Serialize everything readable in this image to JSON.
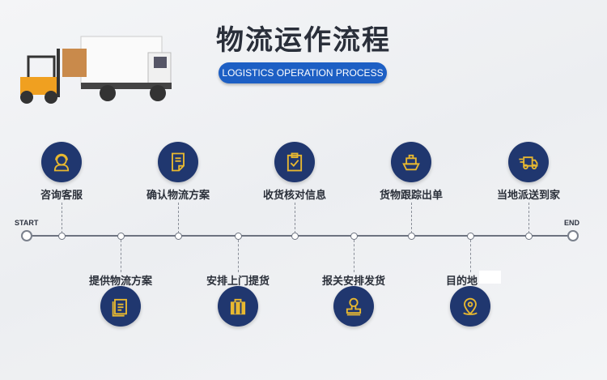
{
  "header": {
    "title": "物流运作流程",
    "subtitle": "LOGISTICS OPERATION PROCESS"
  },
  "timeline": {
    "start_label": "START",
    "end_label": "END",
    "steps": [
      {
        "label": "咨询客服",
        "icon": "customer-service-icon",
        "position": "top"
      },
      {
        "label": "提供物流方案",
        "icon": "documents-icon",
        "position": "bottom"
      },
      {
        "label": "确认物流方案",
        "icon": "document-icon",
        "position": "top"
      },
      {
        "label": "安排上门提货",
        "icon": "luggage-icon",
        "position": "bottom"
      },
      {
        "label": "收货核对信息",
        "icon": "clipboard-check-icon",
        "position": "top"
      },
      {
        "label": "报关安排发货",
        "icon": "stamp-icon",
        "position": "bottom"
      },
      {
        "label": "货物跟踪出单",
        "icon": "ship-icon",
        "position": "top"
      },
      {
        "label": "目的地",
        "icon": "location-pin-icon",
        "position": "bottom"
      },
      {
        "label": "当地派送到家",
        "icon": "delivery-truck-icon",
        "position": "top"
      }
    ]
  },
  "colors": {
    "accent": "#1d5fc4",
    "circle": "#20376f",
    "icon": "#e8b830"
  }
}
